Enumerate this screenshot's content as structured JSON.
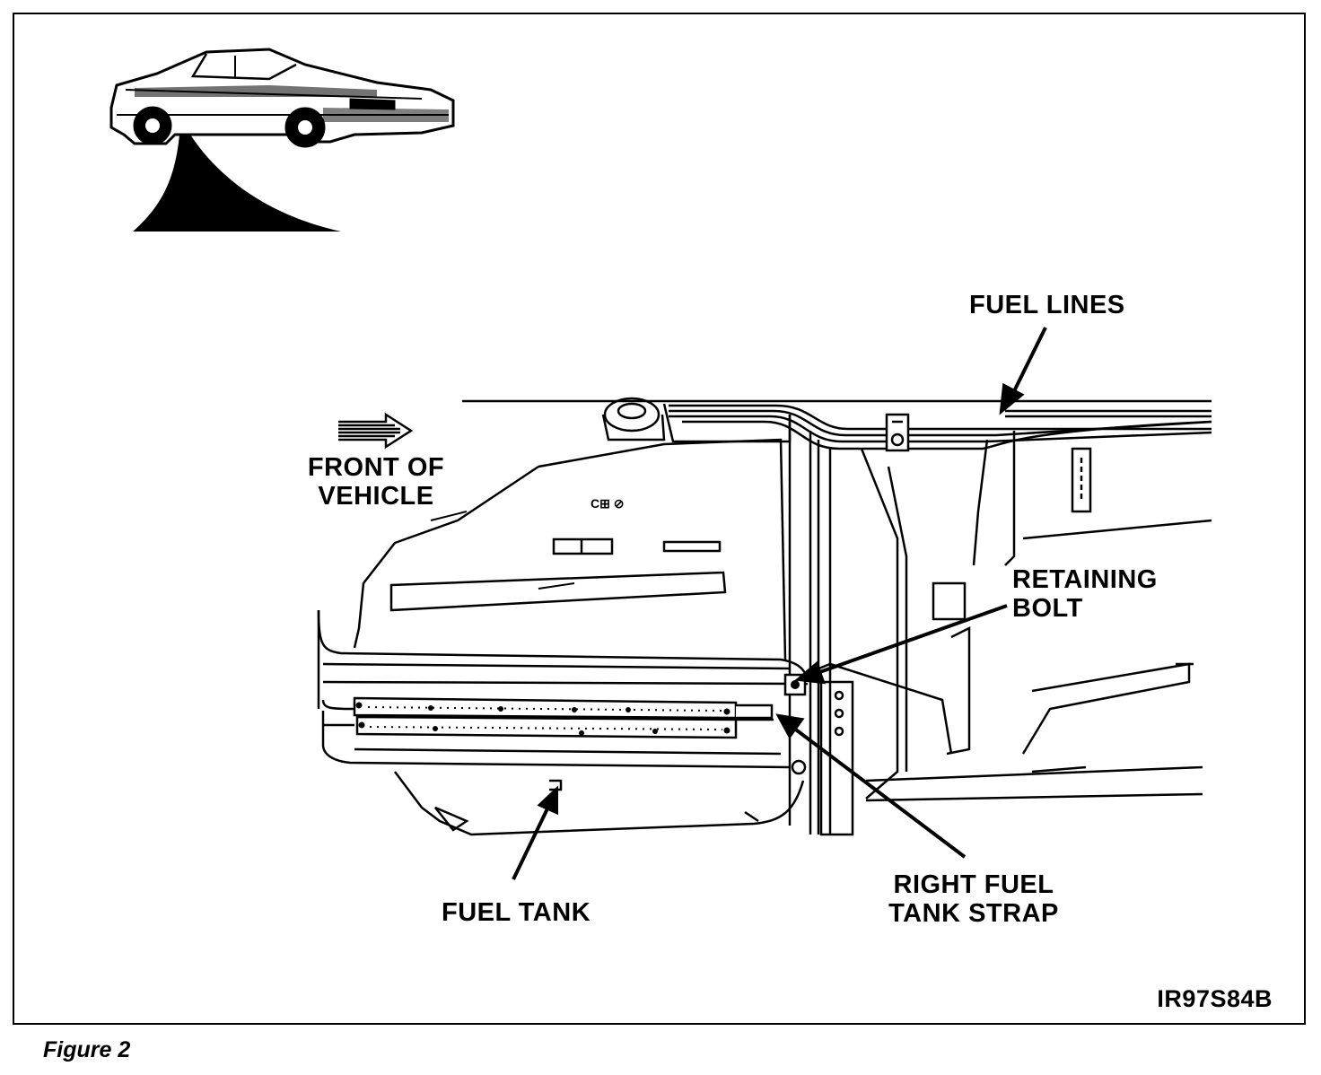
{
  "figure": {
    "caption": "Figure 2",
    "code": "IR97S84B"
  },
  "labels": {
    "fuel_lines": "FUEL LINES",
    "front_of_vehicle_line1": "FRONT OF",
    "front_of_vehicle_line2": "VEHICLE",
    "retaining_bolt_line1": "RETAINING",
    "retaining_bolt_line2": "BOLT",
    "fuel_tank": "FUEL TANK",
    "right_strap_line1": "RIGHT FUEL",
    "right_strap_line2": "TANK STRAP"
  },
  "icons": {
    "car": "vehicle-thumbnail-icon",
    "direction": "front-arrow-icon"
  }
}
